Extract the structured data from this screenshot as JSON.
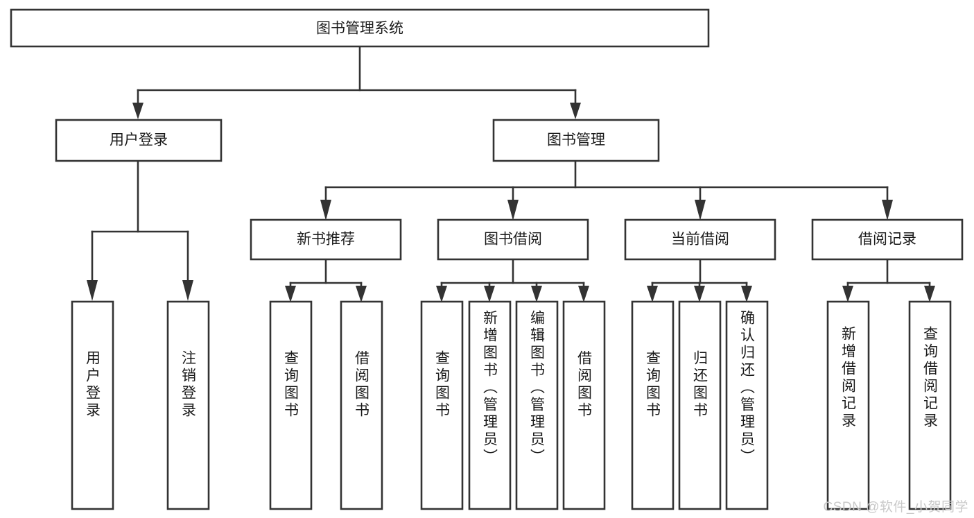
{
  "diagram": {
    "type": "tree-hierarchy",
    "title": "图书管理系统",
    "watermark": "CSDN @软件_小贺同学",
    "colors": {
      "box_stroke": "#333333",
      "box_fill": "#ffffff",
      "text": "#1a1a1a",
      "background": "#ffffff",
      "watermark": "#c9c9c9"
    },
    "levels": {
      "root": {
        "label": "图书管理系统"
      },
      "level2": [
        {
          "label": "用户登录"
        },
        {
          "label": "图书管理"
        }
      ],
      "level3": [
        {
          "label": "新书推荐",
          "parent": "图书管理"
        },
        {
          "label": "图书借阅",
          "parent": "图书管理"
        },
        {
          "label": "当前借阅",
          "parent": "图书管理"
        },
        {
          "label": "借阅记录",
          "parent": "图书管理"
        }
      ],
      "leaves": [
        {
          "label": "用户登录",
          "parent": "用户登录"
        },
        {
          "label": "注销登录",
          "parent": "用户登录"
        },
        {
          "label": "查询图书",
          "parent": "新书推荐"
        },
        {
          "label": "借阅图书",
          "parent": "新书推荐"
        },
        {
          "label": "查询图书",
          "parent": "图书借阅"
        },
        {
          "label": "新增图书（管理员）",
          "parent": "图书借阅"
        },
        {
          "label": "编辑图书（管理员）",
          "parent": "图书借阅"
        },
        {
          "label": "借阅图书",
          "parent": "图书借阅"
        },
        {
          "label": "查询图书",
          "parent": "当前借阅"
        },
        {
          "label": "归还图书",
          "parent": "当前借阅"
        },
        {
          "label": "确认归还（管理员）",
          "parent": "当前借阅"
        },
        {
          "label": "新增借阅记录",
          "parent": "借阅记录"
        },
        {
          "label": "查询借阅记录",
          "parent": "借阅记录"
        }
      ]
    }
  }
}
